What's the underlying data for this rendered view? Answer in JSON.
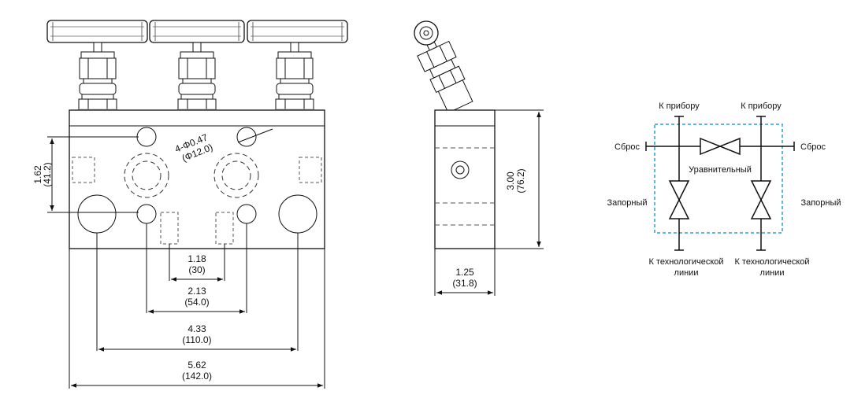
{
  "front_view": {
    "hole_callout": {
      "count_dia": "4-Φ0.47",
      "dia_mm": "(Φ12.0)"
    },
    "dim_height": {
      "in": "1.62",
      "mm": "(41.2)"
    },
    "dim_1": {
      "in": "1.18",
      "mm": "(30)"
    },
    "dim_2": {
      "in": "2.13",
      "mm": "(54.0)"
    },
    "dim_3": {
      "in": "4.33",
      "mm": "(110.0)"
    },
    "dim_4": {
      "in": "5.62",
      "mm": "(142.0)"
    }
  },
  "side_view": {
    "dim_height": {
      "in": "3.00",
      "mm": "(76.2)"
    },
    "dim_width": {
      "in": "1.25",
      "mm": "(31.8)"
    }
  },
  "schematic": {
    "to_instrument_left": "К прибору",
    "to_instrument_right": "К прибору",
    "vent_left": "Сброс",
    "vent_right": "Сброс",
    "equalizing": "Уравнительный",
    "block_left": "Запорный",
    "block_right": "Запорный",
    "process_left_1": "К технологической",
    "process_left_2": "линии",
    "process_right_1": "К технологической",
    "process_right_2": "линии",
    "boundary_color": "#2a9fd6"
  }
}
